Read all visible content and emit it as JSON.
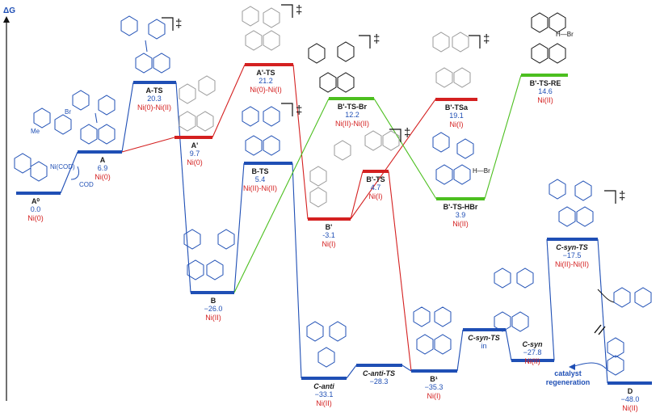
{
  "axis_label": "ΔG",
  "levels": [
    {
      "id": "A0",
      "name": "A⁰",
      "energy": "0.0",
      "ox": "Ni(0)",
      "color": "#1f4fb5"
    },
    {
      "id": "A",
      "name": "A",
      "energy": "6.9",
      "ox": "Ni(0)",
      "color": "#1f4fb5"
    },
    {
      "id": "ATS",
      "name": "A-TS",
      "energy": "20.3",
      "ox": "Ni(0)-Ni(II)",
      "color": "#1f4fb5"
    },
    {
      "id": "Ap",
      "name": "A'",
      "energy": "9.7",
      "ox": "Ni(0)",
      "color": "#d42020"
    },
    {
      "id": "ApTS",
      "name": "A'-TS",
      "energy": "21.2",
      "ox": "Ni(0)-Ni(I)",
      "color": "#d42020"
    },
    {
      "id": "B",
      "name": "B",
      "energy": "−26.0",
      "ox": "Ni(II)",
      "color": "#1f4fb5"
    },
    {
      "id": "BTS",
      "name": "B-TS",
      "energy": "5.4",
      "ox": "Ni(II)-Ni(II)",
      "color": "#1f4fb5"
    },
    {
      "id": "BpTSBr",
      "name": "B'-TS-Br",
      "energy": "12.2",
      "ox": "Ni(II)-Ni(II)",
      "color": "#4cbf1f"
    },
    {
      "id": "Bp",
      "name": "B'",
      "energy": "-3.1",
      "ox": "Ni(I)",
      "color": "#d42020"
    },
    {
      "id": "BpTS",
      "name": "B'-TS",
      "energy": "4.7",
      "ox": "Ni(I)",
      "color": "#d42020"
    },
    {
      "id": "BpTSa",
      "name": "B'-TSa",
      "energy": "19.1",
      "ox": "Ni(I)",
      "color": "#d42020"
    },
    {
      "id": "BpTSHBr",
      "name": "B'-TS-HBr",
      "energy": "3.9",
      "ox": "Ni(II)",
      "color": "#4cbf1f"
    },
    {
      "id": "BpTSRE",
      "name": "B'-TS-RE",
      "energy": "14.6",
      "ox": "Ni(II)",
      "color": "#4cbf1f"
    },
    {
      "id": "Canti",
      "name": "C-anti",
      "energy": "−33.1",
      "ox": "Ni(II)",
      "color": "#1f4fb5"
    },
    {
      "id": "CantiTS",
      "name": "C-anti-TS",
      "energy": "−28.3",
      "ox": "",
      "color": "#1f4fb5"
    },
    {
      "id": "B1",
      "name": "B¹",
      "energy": "−35.3",
      "ox": "Ni(I)",
      "color": "#1f4fb5"
    },
    {
      "id": "CsynTSin",
      "name": "C-syn-TS",
      "energy": "in",
      "ox": "",
      "color": "#1f4fb5"
    },
    {
      "id": "Csyn",
      "name": "C-syn",
      "energy": "−27.8",
      "ox": "Ni(II)",
      "color": "#1f4fb5"
    },
    {
      "id": "CsynTS",
      "name": "C-syn-TS",
      "energy": "−17.5",
      "ox": "Ni(II)-Ni(II)",
      "color": "#1f4fb5"
    },
    {
      "id": "D",
      "name": "D",
      "energy": "−48.0",
      "ox": "Ni(II)",
      "color": "#1f4fb5"
    }
  ],
  "notes": {
    "catalyst_regeneration": "catalyst regeneration",
    "cod": "COD",
    "ni_cod": "Ni(COD)",
    "me": "Me",
    "br": "Br",
    "h_br": "H—Br"
  },
  "dagger": "‡",
  "colors": {
    "blue": "#1f4fb5",
    "red": "#d42020",
    "green": "#4cbf1f"
  }
}
